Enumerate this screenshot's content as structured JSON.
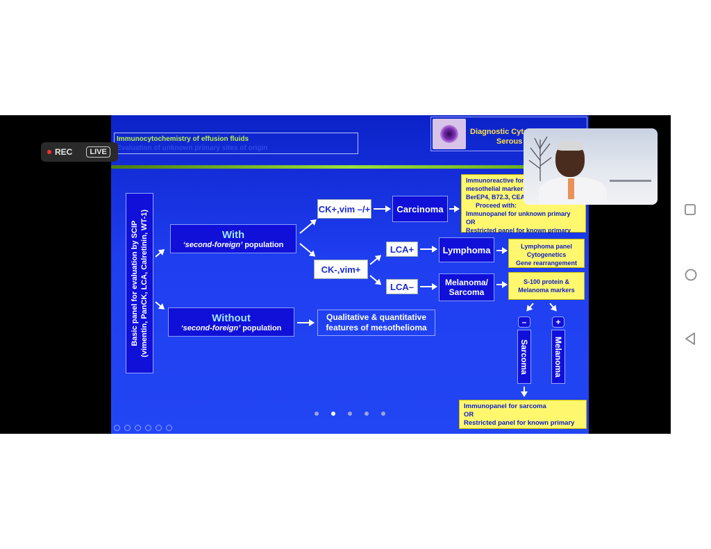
{
  "recording": {
    "rec_label": "REC",
    "live_label": "LIVE"
  },
  "slide": {
    "header_line1": "Immunocytochemistry of effusion fluids",
    "header_line2": "Evaluation of unknown primary sites of origin",
    "title_line1": "Diagnostic Cytopathology of",
    "title_line2": "Serous Fluids",
    "basic_panel_line1": "Basic panel for evaluation by SCIP",
    "basic_panel_line2": "(vimentin, PanCK, LCA, Calretinin, WT-1)",
    "with_title": "With",
    "with_sub_quote": "‘second-foreign’",
    "with_sub_rest": " population",
    "without_title": "Without",
    "without_sub_quote": "‘second-foreign’",
    "without_sub_rest": " population",
    "ck_pos": "CK+,vim –/+",
    "ck_neg": "CK-,vim+",
    "lca_pos": "LCA+",
    "lca_neg": "LCA–",
    "carcinoma": "Carcinoma",
    "lymphoma": "Lymphoma",
    "melanoma_sarcoma_line1": "Melanoma/",
    "melanoma_sarcoma_line2": "Sarcoma",
    "qualitative_line1": "Qualitative & quantitative",
    "qualitative_line2": "features of mesothelioma",
    "carcinoma_box": {
      "line1": "Immunoreactive for non-",
      "line2": "mesothelial markers",
      "line3": "BerEP4, B72.3, CEA",
      "line4": "Proceed with:",
      "line5": "Immunopanel for unknown primary",
      "line6": "OR",
      "line7": "Restricted panel for known primary"
    },
    "lymphoma_box": {
      "line1": "Lymphoma panel",
      "line2": "Cytogenetics",
      "line3": "Gene rearrangement"
    },
    "s100_box": {
      "line1": "S-100 protein &",
      "line2": "Melanoma markers"
    },
    "minus_sign": "–",
    "plus_sign": "+",
    "sarcoma_label": "Sarcoma",
    "melanoma_label": "Melanoma",
    "sarcoma_box": {
      "line1": "Immunopanel for sarcoma",
      "line2": "OR",
      "line3": "Restricted panel for known primary"
    },
    "pagination": {
      "current": 2,
      "total": 5
    }
  },
  "colors": {
    "slide_blue": "#1f3ef0",
    "box_blue": "#1010d8",
    "box_yellow": "#fff86e",
    "header_green": "#b8f24a",
    "title_yellow": "#ffe24a"
  },
  "icons": [
    "square-nav-icon",
    "circle-nav-icon",
    "back-triangle-icon"
  ]
}
